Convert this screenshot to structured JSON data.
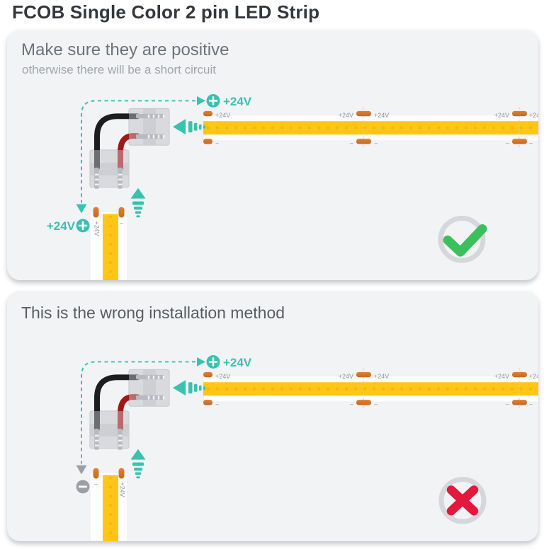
{
  "page": {
    "title": "FCOB Single Color 2 pin LED Strip"
  },
  "colors": {
    "panel_bg": "#f2f3f5",
    "teal": "#38c2b0",
    "gray": "#9b9fa6",
    "copper": "#c8671f",
    "copper_light": "#dd8134",
    "strip_yellow": "#ffc517",
    "strip_white": "#fdfdfe",
    "strip_edge": "#ebedef",
    "cob_dot": "#f0a60c",
    "wire_black": "#1d1d20",
    "wire_red": "#a21717",
    "connector_gray": "#d6d7db",
    "connector_band": "#c3c4ca",
    "pin_metal": "#b8bac0",
    "check_green": "#3cc05e",
    "cross_red": "#e4173d",
    "ring_gray": "#d6d7da",
    "pad_label_gray": "#8e939a",
    "cut_line": "#cdced2"
  },
  "panels": [
    {
      "heading": "Make sure they are positive",
      "subheading": "otherwise there will be a short circuit",
      "result": "check",
      "top_terminal": {
        "label": "+24V",
        "sign": "+"
      },
      "bottom_terminal": {
        "label": "+24V",
        "sign": "+",
        "status": "correct"
      },
      "h_strip": {
        "top_labels": [
          "+24V",
          "+24V",
          "+24V",
          "+24V",
          "+24"
        ],
        "bottom_labels": [
          "−",
          "−",
          "−",
          "−",
          "−"
        ]
      },
      "v_strip": {
        "left_label": "+24V",
        "left_rotated": true,
        "right_label": "−",
        "right_rotated": false
      }
    },
    {
      "heading": "This is the wrong installation method",
      "subheading": "",
      "result": "cross",
      "top_terminal": {
        "label": "+24V",
        "sign": "+"
      },
      "bottom_terminal": {
        "label": "",
        "sign": "−",
        "status": "wrong"
      },
      "h_strip": {
        "top_labels": [
          "+24V",
          "+24V",
          "+24V",
          "+24V",
          "+24"
        ],
        "bottom_labels": [
          "−",
          "−",
          "−",
          "−",
          "−"
        ]
      },
      "v_strip": {
        "left_label": "−",
        "left_rotated": false,
        "right_label": "+24V",
        "right_rotated": true
      }
    }
  ]
}
